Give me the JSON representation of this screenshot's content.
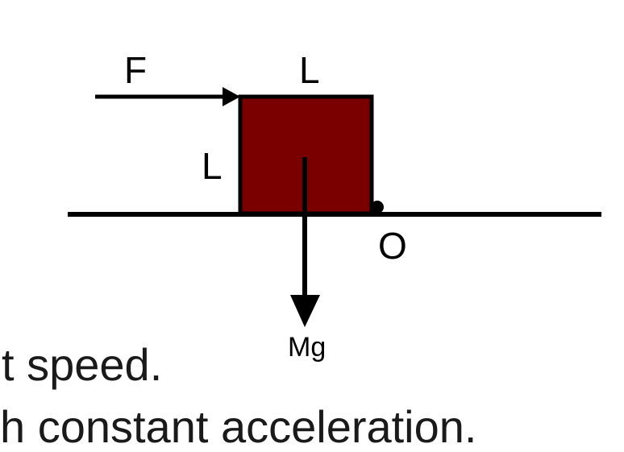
{
  "diagram": {
    "labels": {
      "force": "F",
      "top_length": "L",
      "side_length": "L",
      "pivot": "O",
      "weight": "Mg"
    },
    "colors": {
      "block": "#7a0000",
      "lines": "#000000",
      "text": "#1a1a1a"
    }
  },
  "caption": {
    "line1": "t speed.",
    "line2": "h constant acceleration."
  }
}
